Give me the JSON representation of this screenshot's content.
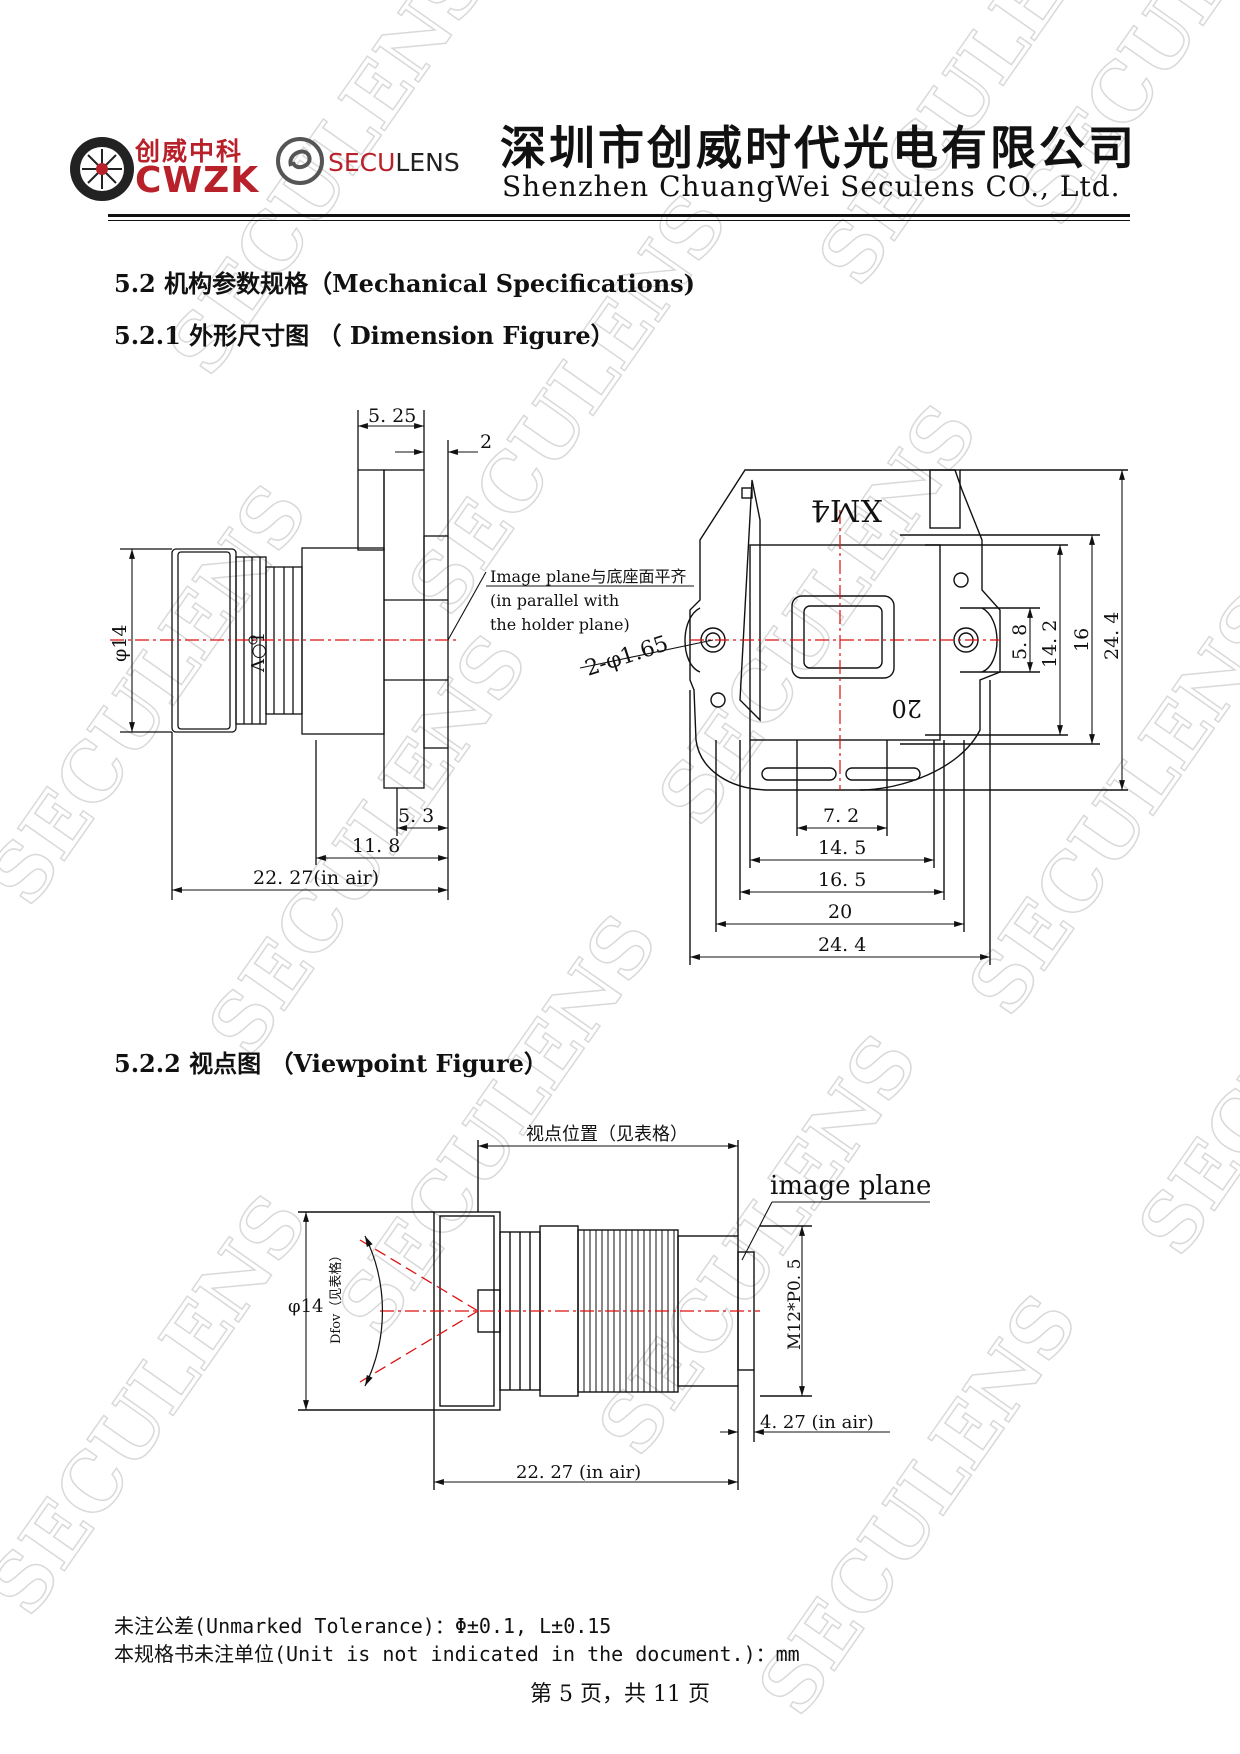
{
  "header": {
    "brand_cn": "创威中科",
    "brand_en": "CWZK",
    "seculens_red": "SECU",
    "seculens_dark": "LENS",
    "company_cn": "深圳市创威时代光电有限公司",
    "company_en": "Shenzhen ChuangWei Seculens CO., Ltd."
  },
  "watermark_text": "SECULENS",
  "sections": {
    "s52": "5.2 机构参数规格（Mechanical Specifications)",
    "s521": "5.2.1 外形尺寸图 （ Dimension Figure）",
    "s522": "5.2.2 视点图 （Viewpoint Figure）"
  },
  "fig1": {
    "dims": {
      "d525": "5. 25",
      "d2": "2",
      "d14": "φ14",
      "d53": "5. 3",
      "d118": "11. 8",
      "d2227": "22. 27(in air)"
    },
    "note": {
      "line1": "Image plane与底座面平齐",
      "line2": "(in parallel with",
      "line3": "the holder plane)"
    },
    "lens_mark": "A○1"
  },
  "fig2": {
    "model": "XM4",
    "hole_label": "2-φ1.65",
    "corner_mark": "20",
    "dims_vertical": [
      "5. 8",
      "14. 2",
      "16",
      "24. 4"
    ],
    "dims_horizontal": [
      "7. 2",
      "14. 5",
      "16. 5",
      "20",
      "24. 4"
    ]
  },
  "fig3": {
    "top_label": "视点位置（见表格）",
    "image_plane": "image plane",
    "d14": "φ14",
    "dfov": "Dfov（见表格）",
    "thread": "M12*P0. 5",
    "d427": "4. 27 (in air)",
    "d2227": "22. 27 (in air)"
  },
  "notes": {
    "tolerance": "未注公差(Unmarked Tolerance)：Φ±0.1, L±0.15",
    "unit": "本规格书未注单位(Unit is not indicated in the document.)：mm"
  },
  "page": "第 5 页，共 11 页"
}
